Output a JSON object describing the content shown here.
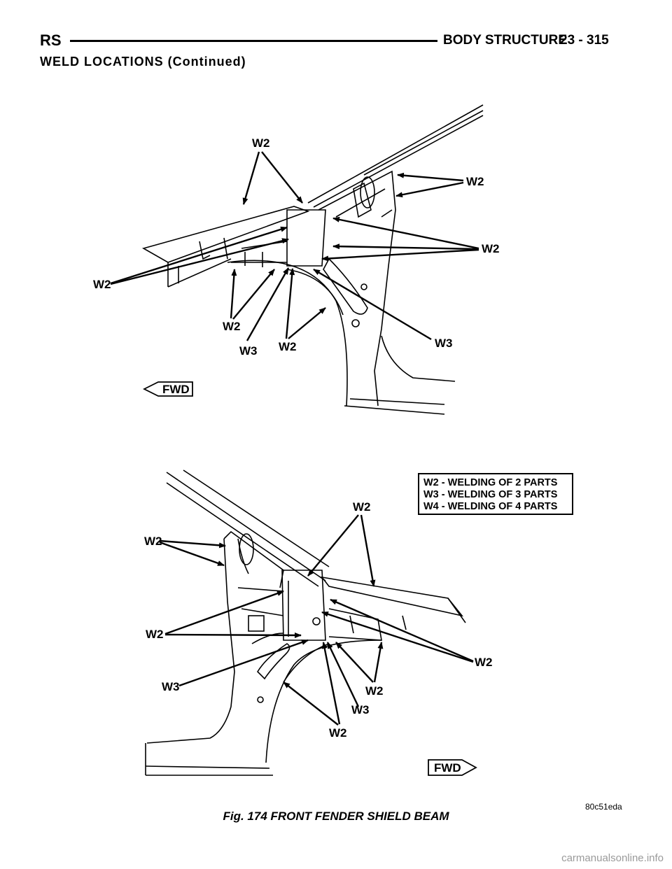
{
  "header": {
    "left": "RS",
    "title": "BODY STRUCTURE",
    "page": "23 - 315"
  },
  "section_title": "WELD LOCATIONS (Continued)",
  "figure_top": {
    "labels": [
      "W2",
      "W2",
      "W2",
      "W2",
      "W2",
      "W3",
      "W2",
      "W3"
    ],
    "fwd": "FWD"
  },
  "figure_bottom": {
    "labels": [
      "W2",
      "W2",
      "W2",
      "W3",
      "W2",
      "W2",
      "W3",
      "W2"
    ],
    "fwd": "FWD"
  },
  "legend": [
    "W2 - WELDING OF 2 PARTS",
    "W3 - WELDING OF 3 PARTS",
    "W4 - WELDING OF 4 PARTS"
  ],
  "figure_code": "80c51eda",
  "caption": "Fig. 174 FRONT FENDER SHIELD BEAM",
  "footer": "carmanualsonline.info"
}
